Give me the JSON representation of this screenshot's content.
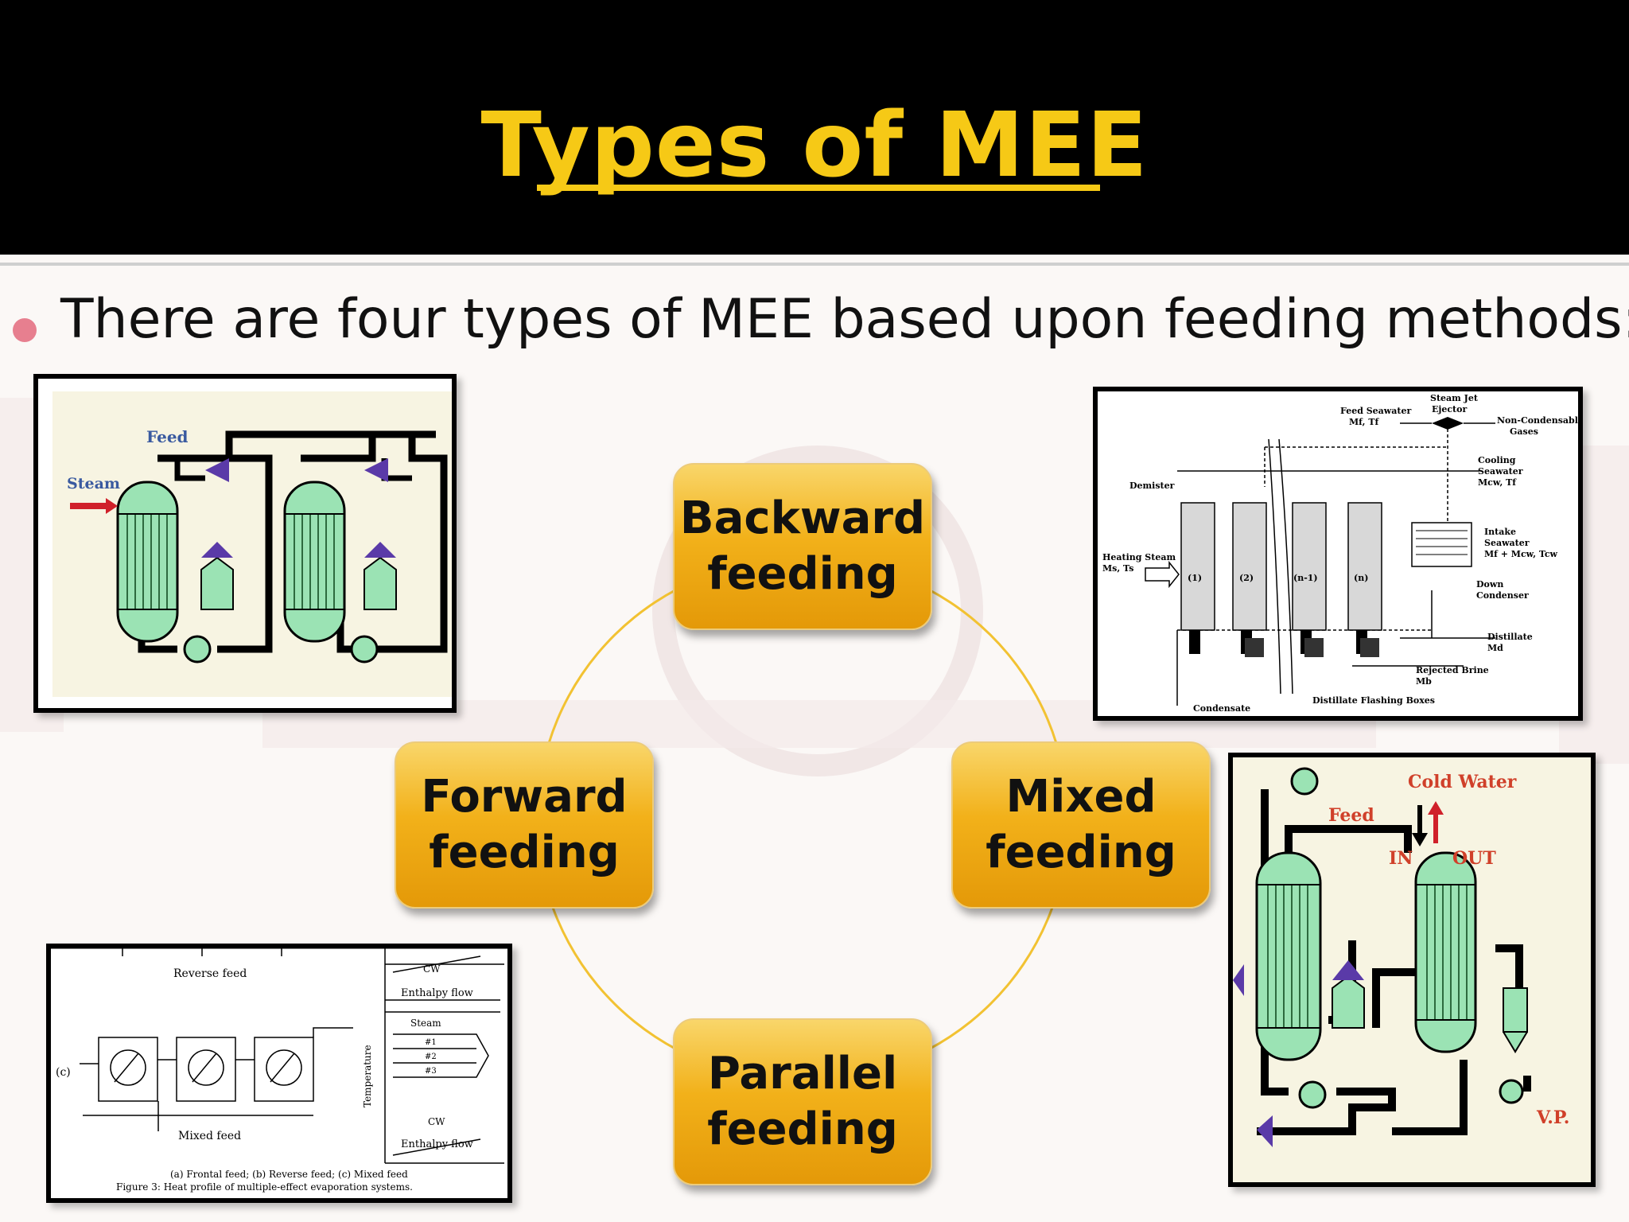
{
  "slide": {
    "title": "Types of MEE",
    "bullet": "There are four types of MEE based upon feeding methods:"
  },
  "cycle": {
    "top": "Backward\nfeeding",
    "left": "Forward\nfeeding",
    "right": "Mixed\nfeeding",
    "bottom": "Parallel\nfeeding"
  },
  "img_forward": {
    "feed": "Feed",
    "steam": "Steam"
  },
  "img_backward": {
    "feed_seawater": "Feed Seawater",
    "feed_vars": "Mf, Tf",
    "steam_jet": "Steam Jet",
    "ejector": "Ejector",
    "non_cond": "Non-Condensable",
    "gases": "Gases",
    "cooling": "Cooling",
    "seawater": "Seawater",
    "cooling_vars": "Mcw, Tf",
    "demister": "Demister",
    "heating_steam": "Heating Steam",
    "steam_vars": "Ms, Ts",
    "e1": "(1)",
    "e2": "(2)",
    "e3": "(n-1)",
    "e4": "(n)",
    "intake": "Intake",
    "intake_sw": "Seawater",
    "intake_vars": "Mf + Mcw, Tcw",
    "down": "Down",
    "condenser": "Condenser",
    "distillate": "Distillate",
    "md": "Md",
    "rejected": "Rejected Brine",
    "mb": "Mb",
    "condensate": "Condensate",
    "flashing": "Distillate Flashing Boxes"
  },
  "img_parallel": {
    "reverse_feed": "Reverse feed",
    "mixed_feed": "Mixed feed",
    "c_label": "(c)",
    "cw1": "CW",
    "enthalpy1": "Enthalpy flow",
    "steam": "Steam",
    "n1": "#1",
    "n2": "#2",
    "n3": "#3",
    "cw2": "CW",
    "enthalpy2": "Enthalpy flow",
    "temperature": "Temperature",
    "caption1": "(a) Frontal feed; (b) Reverse feed; (c) Mixed feed",
    "caption2": "Figure 3: Heat profile of multiple-effect evaporation systems."
  },
  "img_mixed": {
    "cold_water": "Cold Water",
    "feed": "Feed",
    "in": "IN",
    "out": "OUT",
    "vp": "V.P."
  }
}
